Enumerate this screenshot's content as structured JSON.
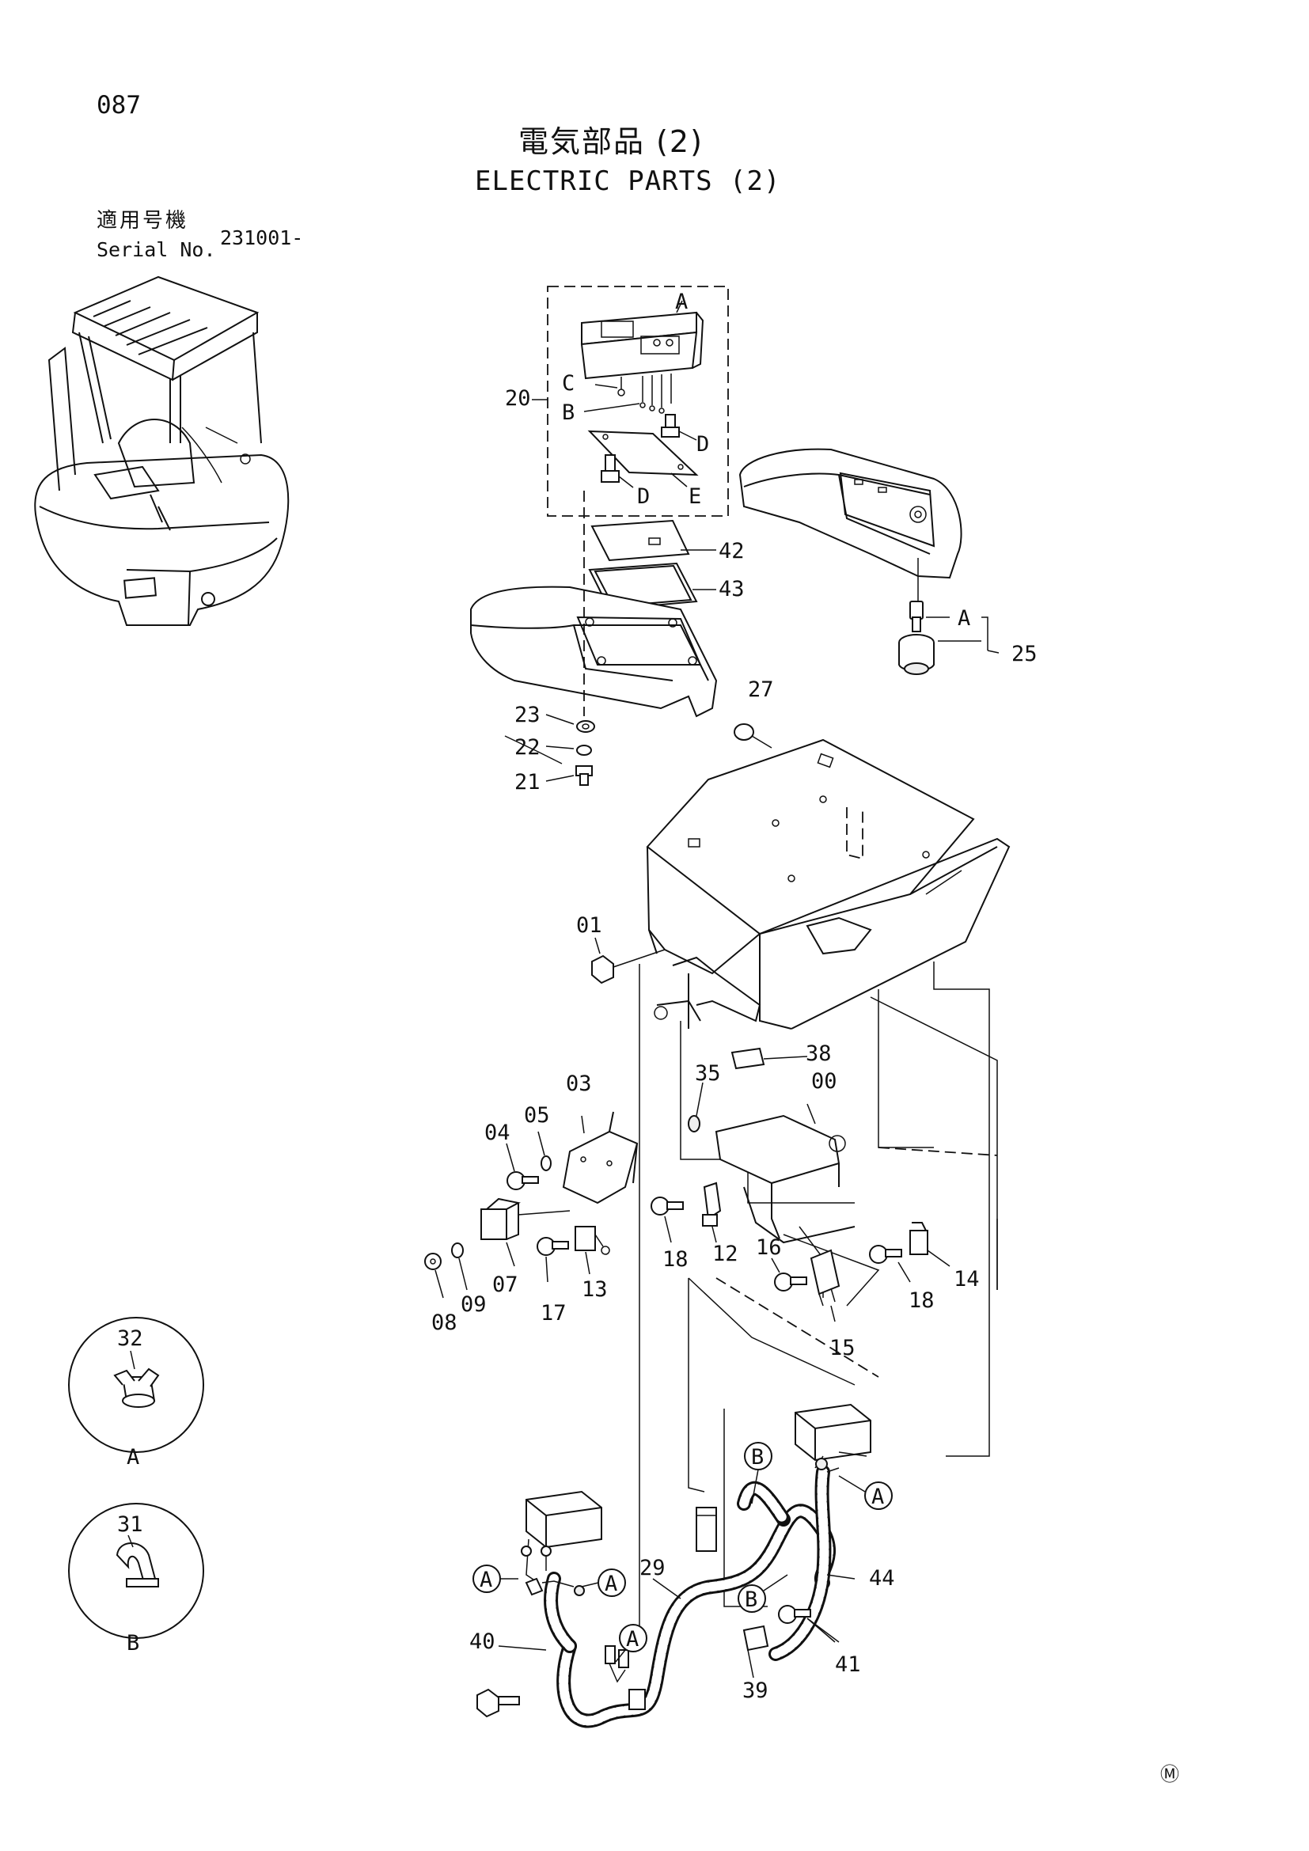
{
  "page_number": "087",
  "title_jp": "電気部品 (2)",
  "title_en": "ELECTRIC PARTS (2)",
  "serial_label_jp": "適用号機",
  "serial_label_en": "Serial No.",
  "serial_number": "231001-",
  "footer_mark": "Ⓜ",
  "callouts": [
    "00",
    "01",
    "03",
    "04",
    "05",
    "07",
    "08",
    "09",
    "12",
    "13",
    "14",
    "15",
    "16",
    "17",
    "18",
    "18",
    "20",
    "21",
    "22",
    "23",
    "25",
    "27",
    "29",
    "31",
    "32",
    "35",
    "38",
    "39",
    "40",
    "41",
    "42",
    "43",
    "44"
  ],
  "detail_letters": [
    "A",
    "B",
    "C",
    "D",
    "E"
  ],
  "detail_views": [
    {
      "part": "32",
      "view": "A"
    },
    {
      "part": "31",
      "view": "B"
    }
  ]
}
